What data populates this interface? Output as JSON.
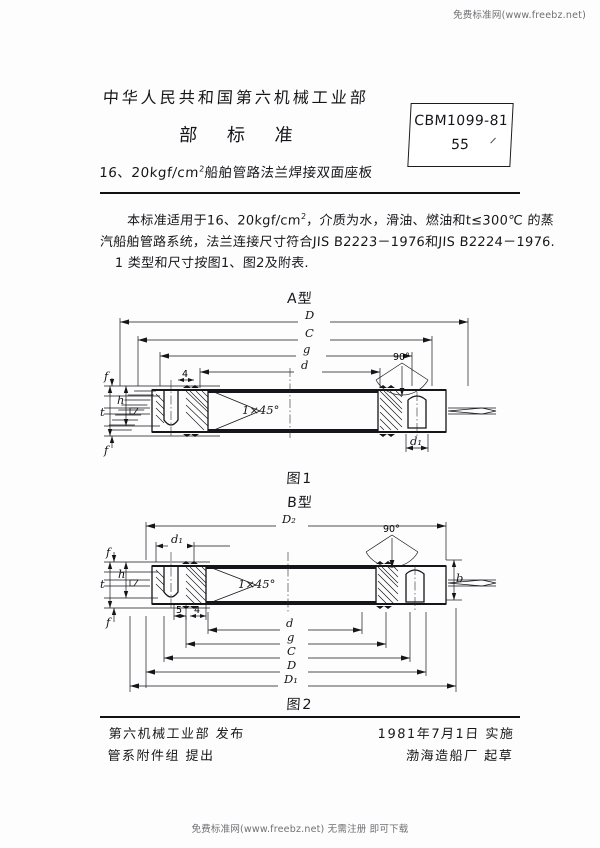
{
  "watermarks": {
    "top": "免费标准网(www.freebz.net)",
    "bottom": "免费标准网(www.freebz.net) 无需注册 即可下载"
  },
  "header": {
    "ministry": "中华人民共和国第六机械工业部",
    "doc_type": "部 标 准",
    "title_prefix": "16、20",
    "title_unit": "kgf/cm",
    "title_unit_exp": "2",
    "title_suffix": "船舶管路法兰焊接双面座板",
    "standard_number": "CBM1099-81",
    "page_number": "55"
  },
  "body": {
    "line1": "本标准适用于16、20",
    "line1_unit": "kgf/cm",
    "line1_exp": "2",
    "line1_rest": "，介质为水，滑油、燃油和t≤300℃ 的蒸",
    "line2": "汽船舶管路系统，法兰连接尺寸符合JIS B2223－1976和JIS B2224－1976.",
    "line3": "1 类型和尺寸按图1、图2及附表."
  },
  "figures": [
    {
      "type_label": "A型",
      "caption": "图1",
      "dimensions": {
        "outer": "D",
        "bolt_circle": "C",
        "gasket": "g",
        "bore": "d",
        "hole": "d₁",
        "face_top": "f",
        "hub": "h",
        "thickness": "t",
        "chamfer_angle": "90°",
        "bevel": "1×45°",
        "small_dim": "4"
      }
    },
    {
      "type_label": "B型",
      "caption": "图2",
      "dimensions": {
        "outer_top": "D₂",
        "hole": "d₁",
        "face_top": "f",
        "hub": "h",
        "thickness": "t",
        "width_b": "b",
        "chamfer_angle": "90°",
        "bevel": "1×45°",
        "dim_5": "5",
        "dim_4": "4",
        "bore": "d",
        "gasket": "g",
        "bolt_circle": "C",
        "outer": "D",
        "outer_max": "D₁"
      }
    }
  ],
  "footer": {
    "issuer_line1": "第六机械工业部 发布",
    "issuer_line2": "管系附件组 提出",
    "effective_line1": "1981年7月1日 实施",
    "effective_line2": "渤海造船厂 起草"
  }
}
